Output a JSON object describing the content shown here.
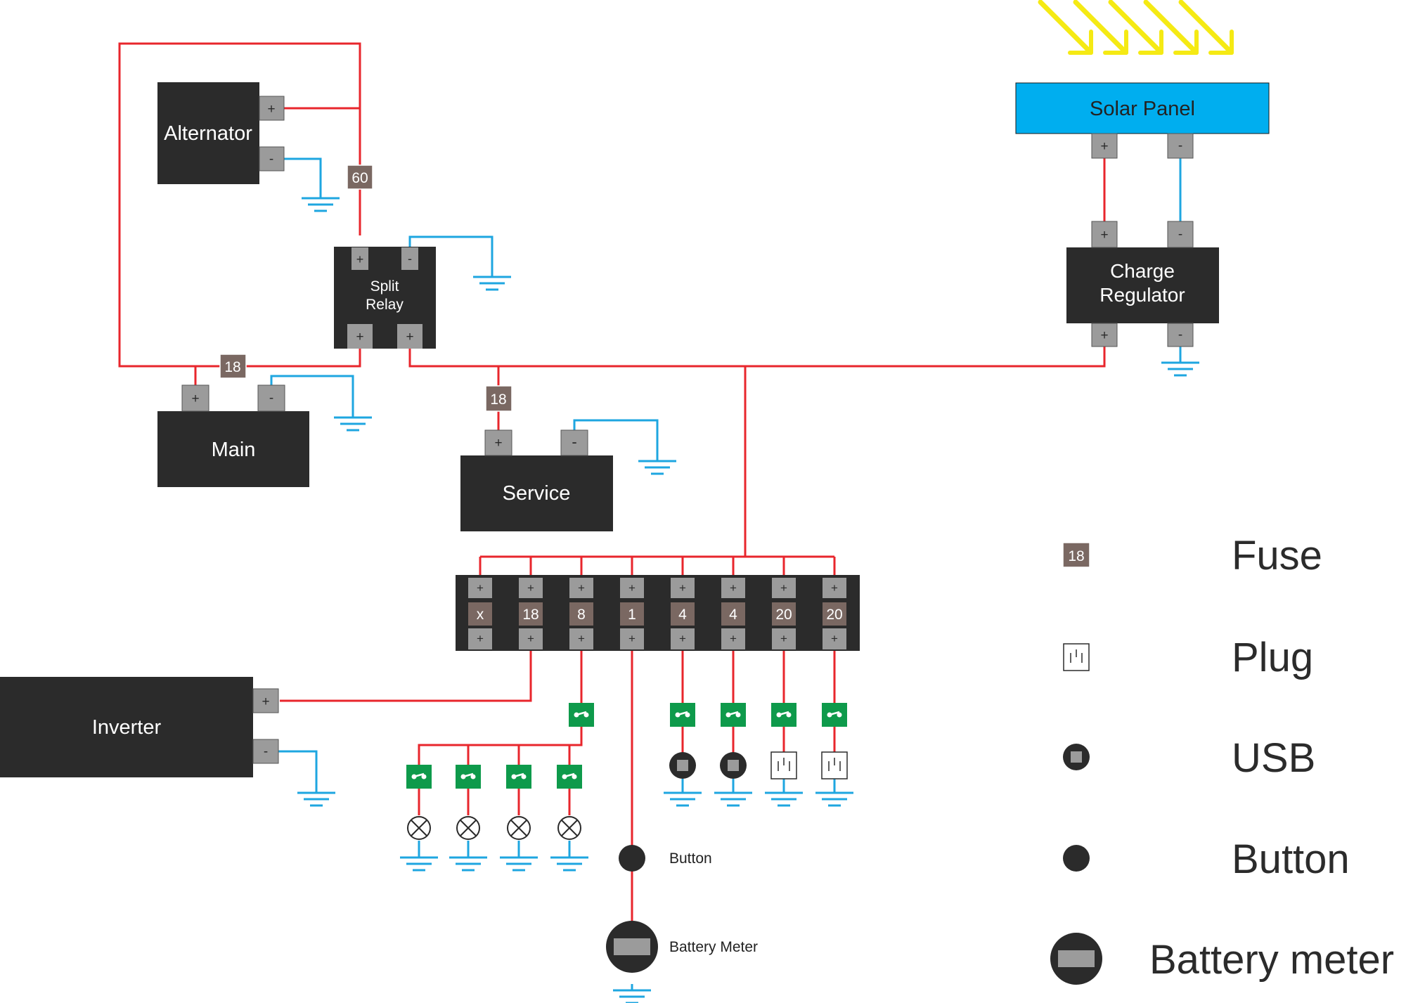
{
  "colors": {
    "positive_wire": "#e8262c",
    "negative_wire": "#1ea6e0",
    "device": "#2b2b2b",
    "terminal": "#9b9b9b",
    "fuse": "#7a6862",
    "switch": "#0e9a4b",
    "solar_panel": "#00aeef",
    "sun_rays": "#f5ea14"
  },
  "devices": {
    "alternator": "Alternator",
    "split_relay_line1": "Split",
    "split_relay_line2": "Relay",
    "main_battery": "Main",
    "service_battery": "Service",
    "inverter": "Inverter",
    "solar_panel": "Solar Panel",
    "charge_regulator_line1": "Charge",
    "charge_regulator_line2": "Regulator"
  },
  "terminal_symbols": {
    "positive": "+",
    "negative": "-"
  },
  "inline_fuses": {
    "alternator_relay": "60",
    "main_battery": "18",
    "service_battery": "18"
  },
  "fuse_block": {
    "fuses": [
      "x",
      "18",
      "8",
      "1",
      "4",
      "4",
      "20",
      "20"
    ]
  },
  "labels": {
    "button": "Button",
    "battery_meter": "Battery Meter"
  },
  "legend": {
    "fuse_sample": "18",
    "items": [
      "Fuse",
      "Plug",
      "USB",
      "Button",
      "Battery meter"
    ]
  },
  "icons": [
    "ground-icon",
    "switch-icon",
    "lamp-icon",
    "plug-icon",
    "usb-icon",
    "button-icon",
    "battery-meter-icon",
    "sun-ray-icon"
  ]
}
